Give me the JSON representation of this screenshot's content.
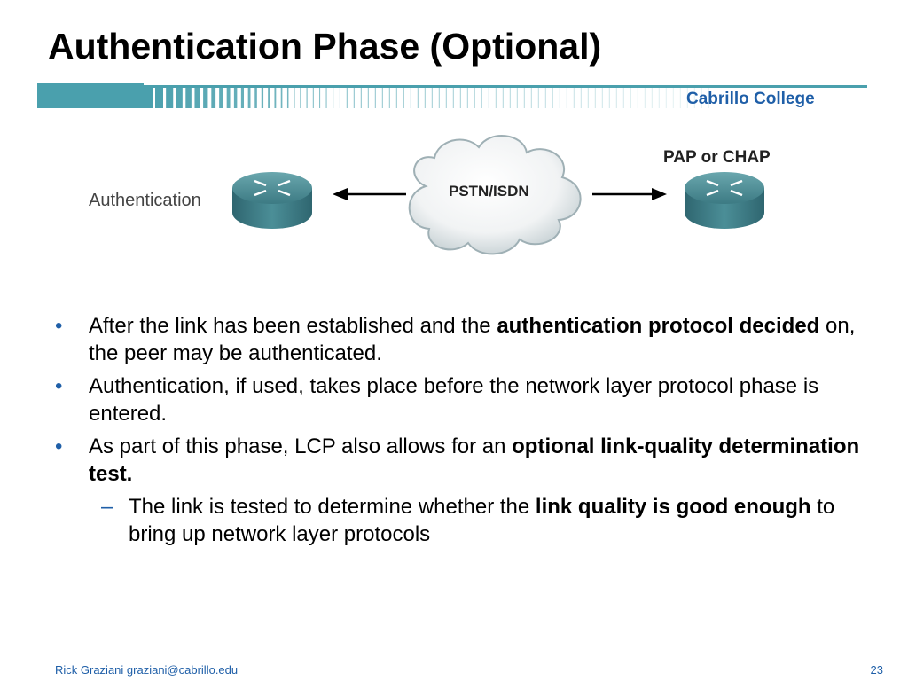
{
  "slide": {
    "title": "Authentication Phase (Optional)",
    "brand": "Cabrillo College",
    "colors": {
      "accent": "#1f5fa8",
      "band": "#4aa0ad",
      "router": "#3c7a83"
    }
  },
  "diagram": {
    "left_label": "Authentication",
    "right_label": "PAP or CHAP",
    "cloud_label": "PSTN/ISDN",
    "icons": [
      "router-icon",
      "cloud-icon",
      "router-icon"
    ]
  },
  "bullets": [
    {
      "parts": [
        {
          "text": "After the link has been established and the ",
          "bold": false
        },
        {
          "text": "authentication protocol decided",
          "bold": true
        },
        {
          "text": " on, the peer may be authenticated.",
          "bold": false
        }
      ]
    },
    {
      "parts": [
        {
          "text": "Authentication, if used, takes place before the network layer protocol phase is entered.",
          "bold": false
        }
      ]
    },
    {
      "parts": [
        {
          "text": "As part of this phase, LCP also allows for an ",
          "bold": false
        },
        {
          "text": "optional link-quality determination test.",
          "bold": true
        }
      ]
    }
  ],
  "sub_bullets": [
    {
      "parts": [
        {
          "text": "The link is tested to determine whether the ",
          "bold": false
        },
        {
          "text": "link quality is good enough",
          "bold": true
        },
        {
          "text": " to bring up network layer protocols",
          "bold": false
        }
      ]
    }
  ],
  "footer": {
    "author": "Rick Graziani  graziani@cabrillo.edu",
    "page": "23"
  }
}
